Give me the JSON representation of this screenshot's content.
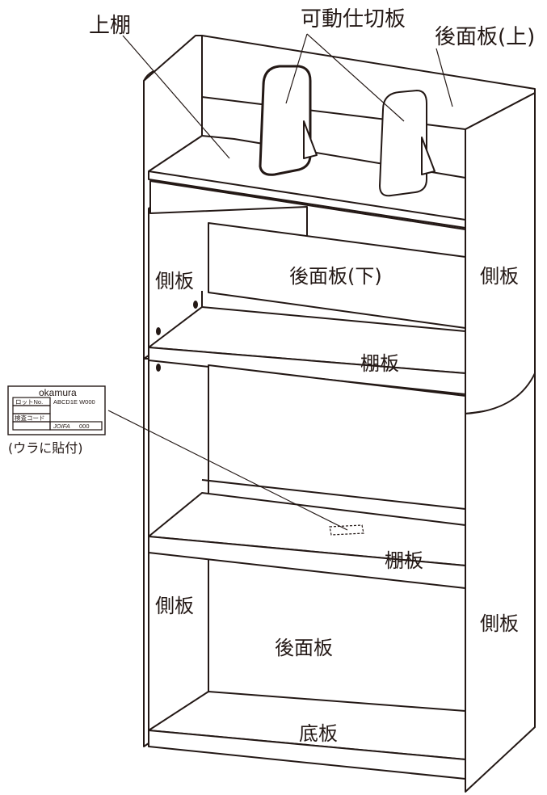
{
  "labels": {
    "upper_shelf": "上棚",
    "movable_dividers": "可動仕切板",
    "back_panel_upper": "後面板(上)",
    "side_panel_upper_left": "側板",
    "back_panel_lower": "後面板(下)",
    "side_panel_upper_right": "側板",
    "shelf_upper": "棚板",
    "shelf_lower": "棚板",
    "side_panel_lower_left": "側板",
    "back_panel": "後面板",
    "side_panel_lower_right": "側板",
    "bottom_panel": "底板"
  },
  "label_sticker": {
    "brand": "okamura",
    "lot_no_label": "ロットNo.",
    "lot_no_value": "ABCD1E W000",
    "inspection_code_label": "検査コード",
    "jois_mark": "JOIFA",
    "jois_number": "000",
    "note": "(ウラに貼付)"
  }
}
